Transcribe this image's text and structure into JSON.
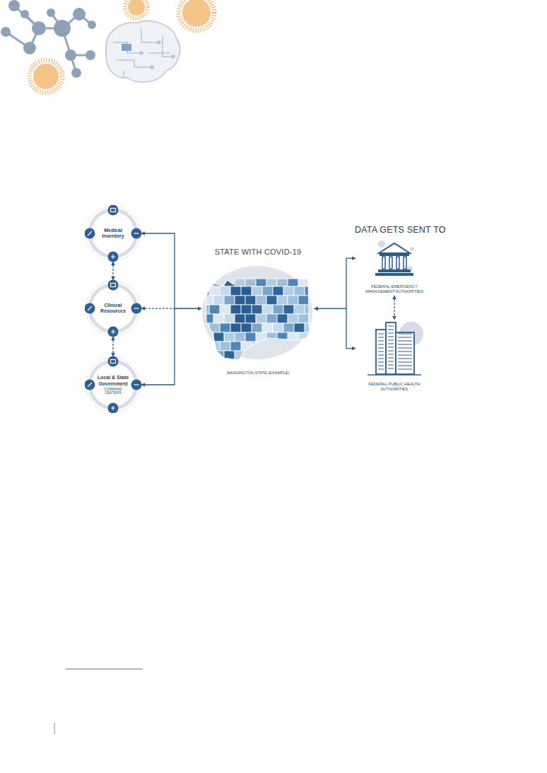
{
  "diagram": {
    "nodes": [
      {
        "text": [
          "Medical Inventory"
        ]
      },
      {
        "text": [
          "Clinical Resources"
        ]
      },
      {
        "text": [
          "Local & State Government",
          "COMMAND CENTERS"
        ]
      },
      {
        "text": [
          "STATE WITH COVID-19",
          "WASHINGTON STATE (EXAMPLE)"
        ]
      },
      {
        "text": [
          "FEDERAL EMERGENCY MANAGEMENT AUTHORITIES"
        ]
      },
      {
        "text": [
          "FEDERAL PUBLIC HEALTH AUTHORITIES"
        ]
      }
    ],
    "edges": [
      {
        "from": 0,
        "to": 1,
        "arrow": "both"
      },
      {
        "from": 1,
        "to": 2,
        "arrow": "both"
      },
      {
        "from": 3,
        "to": 0,
        "arrow": "to"
      },
      {
        "from": 1,
        "to": 3,
        "arrow": "both"
      },
      {
        "from": 3,
        "to": 2,
        "arrow": "to"
      },
      {
        "from": 3,
        "to": 4,
        "arrow": "both"
      },
      {
        "from": 3,
        "to": 5,
        "arrow": "both"
      },
      {
        "from": 4,
        "to": 5,
        "arrow": "both"
      }
    ],
    "labels": [
      "DATA GETS SENT TO"
    ]
  }
}
